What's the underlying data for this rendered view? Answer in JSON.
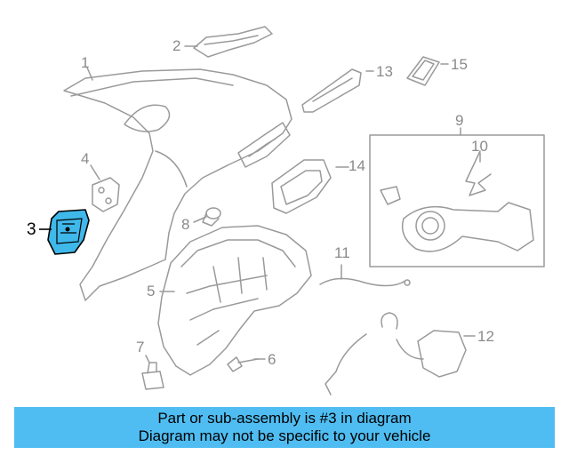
{
  "callouts": {
    "c1": "1",
    "c2": "2",
    "c3": "3",
    "c4": "4",
    "c5": "5",
    "c6": "6",
    "c7": "7",
    "c8": "8",
    "c9": "9",
    "c10": "10",
    "c11": "11",
    "c12": "12",
    "c13": "13",
    "c14": "14",
    "c15": "15"
  },
  "highlight_part": "3",
  "colors": {
    "highlight": "#3fb8ea",
    "line": "#9a9a9a",
    "banner": "#4fbdf2"
  },
  "banner": {
    "line1": "Part or sub-assembly is #3 in diagram",
    "line2": "Diagram may not be specific to your vehicle"
  }
}
